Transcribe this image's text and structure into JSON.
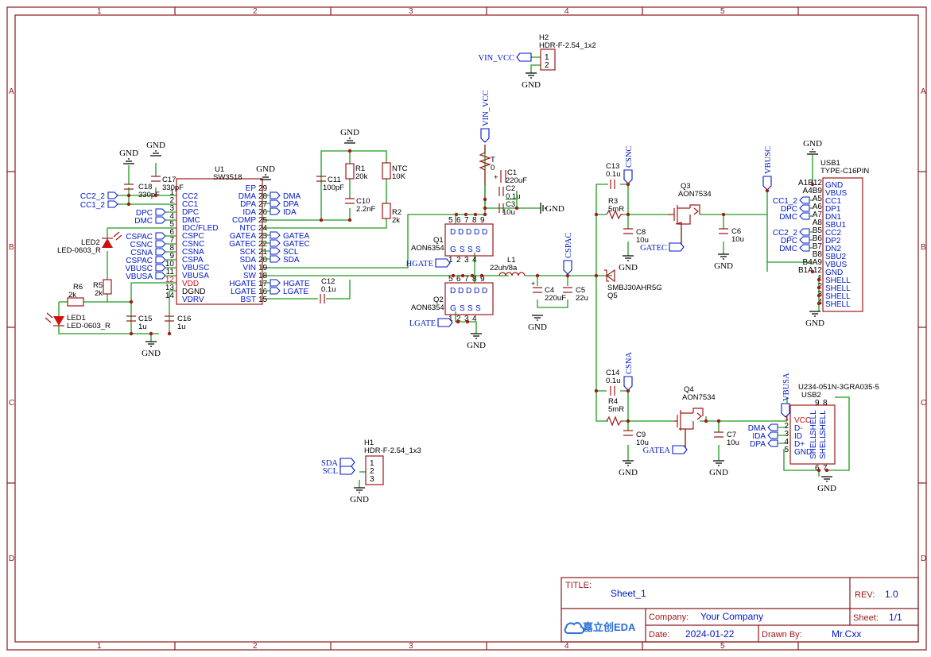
{
  "zones": {
    "cols": [
      "1",
      "2",
      "3",
      "4",
      "5"
    ],
    "rows": [
      "A",
      "B",
      "C",
      "D"
    ]
  },
  "title_block": {
    "title_label": "TITLE:",
    "title": "Sheet_1",
    "rev_label": "REV:",
    "rev": "1.0",
    "company_label": "Company:",
    "company": "Your Company",
    "sheet_label": "Sheet:",
    "sheet": "1/1",
    "date_label": "Date:",
    "date": "2024-01-22",
    "drawn_label": "Drawn By:",
    "drawn": "Mr.Cxx",
    "logo": "嘉立创EDA"
  },
  "gnd": "GND",
  "u1": {
    "ref": "U1",
    "value": "SW3518",
    "left_pins": [
      {
        "name": "CC2",
        "num": "1"
      },
      {
        "name": "CC1",
        "num": "2"
      },
      {
        "name": "DPC",
        "num": "3"
      },
      {
        "name": "DMC",
        "num": "4"
      },
      {
        "name": "IDC/FLED",
        "num": "5"
      },
      {
        "name": "CSPC",
        "num": "6"
      },
      {
        "name": "CSNC",
        "num": "7"
      },
      {
        "name": "CSNA",
        "num": "8"
      },
      {
        "name": "CSPA",
        "num": "9"
      },
      {
        "name": "VBUSC",
        "num": "10"
      },
      {
        "name": "VBUSA",
        "num": "11"
      },
      {
        "name": "VDD",
        "num": "12"
      },
      {
        "name": "DGND",
        "num": "13"
      },
      {
        "name": "VDRV",
        "num": "14"
      }
    ],
    "right_pins": [
      {
        "name": "EP",
        "num": "29"
      },
      {
        "name": "DMA",
        "num": "28"
      },
      {
        "name": "DPA",
        "num": "27"
      },
      {
        "name": "IDA",
        "num": "26"
      },
      {
        "name": "COMP",
        "num": "25"
      },
      {
        "name": "NTC",
        "num": "24"
      },
      {
        "name": "GATEA",
        "num": "23"
      },
      {
        "name": "GATEC",
        "num": "22"
      },
      {
        "name": "SCK",
        "num": "21"
      },
      {
        "name": "SDA",
        "num": "20"
      },
      {
        "name": "VIN",
        "num": "19"
      },
      {
        "name": "SW",
        "num": "18"
      },
      {
        "name": "HGATE",
        "num": "17"
      },
      {
        "name": "LGATE",
        "num": "16"
      },
      {
        "name": "BST",
        "num": "15"
      }
    ]
  },
  "u1_left_nets": [
    "CC2_2",
    "CC1_2",
    "DPC",
    "DMC",
    "CSPAC",
    "CSNC",
    "CSNA",
    "CSPAC",
    "VBUSC",
    "VBUSA"
  ],
  "u1_right_nets": [
    "DMA",
    "DPA",
    "IDA",
    "GATEA",
    "GATEC",
    "SCL",
    "SDA",
    "HGATE",
    "LGATE"
  ],
  "components": {
    "c17": {
      "ref": "C17",
      "value": "330pF"
    },
    "c18": {
      "ref": "C18",
      "value": "330pF"
    },
    "led2": {
      "ref": "LED2",
      "value": "LED-0603_R"
    },
    "led1": {
      "ref": "LED1",
      "value": "LED-0603_R"
    },
    "r6": {
      "ref": "R6",
      "value": "2k"
    },
    "r5": {
      "ref": "R5",
      "value": "2k"
    },
    "c15": {
      "ref": "C15",
      "value": "1u"
    },
    "c16": {
      "ref": "C16",
      "value": "1u"
    },
    "c11": {
      "ref": "C11",
      "value": "100pF"
    },
    "r1": {
      "ref": "R1",
      "value": "20k"
    },
    "c10": {
      "ref": "C10",
      "value": "2.2nF"
    },
    "ntc": {
      "ref": "NTC",
      "value": "10K"
    },
    "r2": {
      "ref": "R2",
      "value": "2k"
    },
    "c12": {
      "ref": "C12",
      "value": "0.1u"
    },
    "t": {
      "ref": "T",
      "value": "0"
    },
    "c1": {
      "ref": "C1",
      "value": "220uF"
    },
    "c2": {
      "ref": "C2",
      "value": "0.1u"
    },
    "c3": {
      "ref": "C3",
      "value": "10u"
    },
    "q1": {
      "ref": "Q1",
      "value": "AON6354"
    },
    "q2": {
      "ref": "Q2",
      "value": "AON6354"
    },
    "l1": {
      "ref": "L1",
      "value": "22uh/8a"
    },
    "c4": {
      "ref": "C4",
      "value": "220uF"
    },
    "c5": {
      "ref": "C5",
      "value": "22u"
    },
    "q5": {
      "ref": "Q5",
      "value": "SMBJ30AHR5G"
    },
    "c13": {
      "ref": "C13",
      "value": "0.1u"
    },
    "r3": {
      "ref": "R3",
      "value": "5mR"
    },
    "c8": {
      "ref": "C8",
      "value": "10u"
    },
    "q3": {
      "ref": "Q3",
      "value": "AON7534"
    },
    "c6": {
      "ref": "C6",
      "value": "10u"
    },
    "c14": {
      "ref": "C14",
      "value": "0.1u"
    },
    "r4": {
      "ref": "R4",
      "value": "5mR"
    },
    "c9": {
      "ref": "C9",
      "value": "10u"
    },
    "q4": {
      "ref": "Q4",
      "value": "AON7534"
    },
    "c7": {
      "ref": "C7",
      "value": "10u"
    },
    "h2": {
      "ref": "H2",
      "value": "HDR-F-2.54_1x2",
      "pins": [
        "1",
        "2"
      ]
    },
    "h1": {
      "ref": "H1",
      "value": "HDR-F-2.54_1x3",
      "pins": [
        "1",
        "2",
        "3"
      ]
    },
    "usb1": {
      "ref": "USB1",
      "value": "TYPE-C16PIN"
    },
    "usb2": {
      "ref": "USB2",
      "value": "U234-051N-3GRA035-5"
    }
  },
  "mos_pins": {
    "d": "D",
    "g": "G",
    "s": "S",
    "drain_nums": [
      "5",
      "6",
      "7",
      "8",
      "9"
    ],
    "src_nums": [
      "1",
      "2",
      "3",
      "4"
    ]
  },
  "nets": {
    "vin_vcc": "VIN_VCC",
    "hgate": "HGATE",
    "lgate": "LGATE",
    "cspac": "CSPAC",
    "csnc": "CSNC",
    "csna": "CSNA",
    "gatec": "GATEC",
    "gatea": "GATEA",
    "vbusc": "VBUSC",
    "vbusa": "VBUSA",
    "sda": "SDA",
    "scl": "SCL"
  },
  "usb1_pins": [
    {
      "num": "A1B12",
      "name": "GND"
    },
    {
      "num": "A4B9",
      "name": "VBUS"
    },
    {
      "num": "A5",
      "name": "CC1",
      "net": "CC1_2"
    },
    {
      "num": "A6",
      "name": "DP1",
      "net": "DPC"
    },
    {
      "num": "A7",
      "name": "DN1",
      "net": "DMC"
    },
    {
      "num": "A8",
      "name": "SBU1"
    },
    {
      "num": "B5",
      "name": "CC2",
      "net": "CC2_2"
    },
    {
      "num": "B6",
      "name": "DP2",
      "net": "DPC"
    },
    {
      "num": "B7",
      "name": "DN2",
      "net": "DMC"
    },
    {
      "num": "B8",
      "name": "SBU2"
    },
    {
      "num": "B4A9",
      "name": "VBUS"
    },
    {
      "num": "B1A12",
      "name": "GND"
    },
    {
      "num": "1",
      "name": "SHELL"
    },
    {
      "num": "2",
      "name": "SHELL"
    },
    {
      "num": "3",
      "name": "SHELL"
    },
    {
      "num": "4",
      "name": "SHELL"
    }
  ],
  "usb2_pins": [
    {
      "num": "1",
      "name": "VCC"
    },
    {
      "num": "2",
      "name": "D-",
      "net": "DMA"
    },
    {
      "num": "3",
      "name": "ID",
      "net": "IDA"
    },
    {
      "num": "4",
      "name": "D+",
      "net": "DPA"
    },
    {
      "num": "5",
      "name": "GND"
    }
  ],
  "usb2_shell": {
    "label": "SHELL",
    "nums": [
      "9",
      "8",
      "6",
      "7"
    ]
  }
}
